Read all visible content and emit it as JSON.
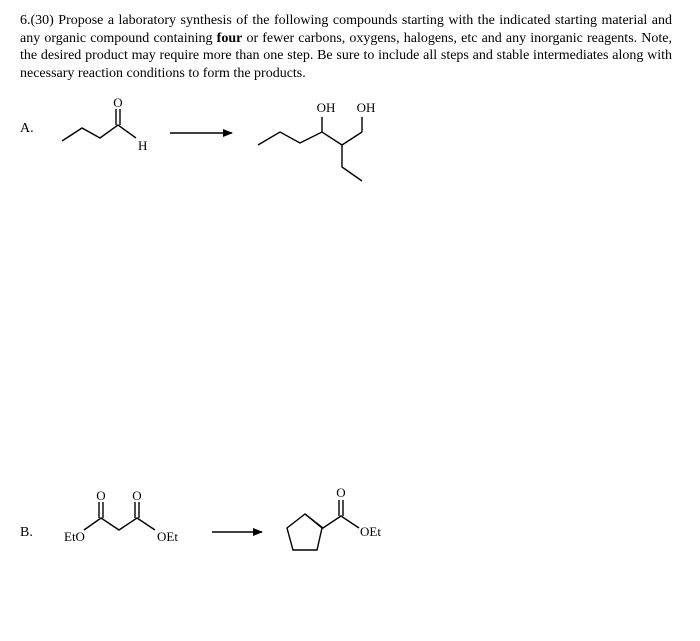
{
  "question": {
    "intro": "6.(30) Propose a laboratory synthesis of the following compounds starting with the indicated starting material and any organic compound containing ",
    "emphasis": "four",
    "rest": " or fewer carbons, oxygens, halogens, etc and any inorganic reagents.  Note, the desired product may require more than one step.  Be sure to include all steps and stable intermediates along with necessary reaction conditions to form the products."
  },
  "part_a": {
    "label": "A.",
    "start_atoms": {
      "oxygen": "O",
      "hydrogen": "H"
    },
    "product_atoms": {
      "hydroxyl_1": "OH",
      "hydroxyl_2": "OH"
    }
  },
  "part_b": {
    "label": "B.",
    "start_atoms": {
      "oxygen_1": "O",
      "oxygen_2": "O",
      "left_group": "EtO",
      "right_group": "OEt"
    },
    "product_atoms": {
      "oxygen": "O",
      "ester_group": "OEt"
    }
  }
}
